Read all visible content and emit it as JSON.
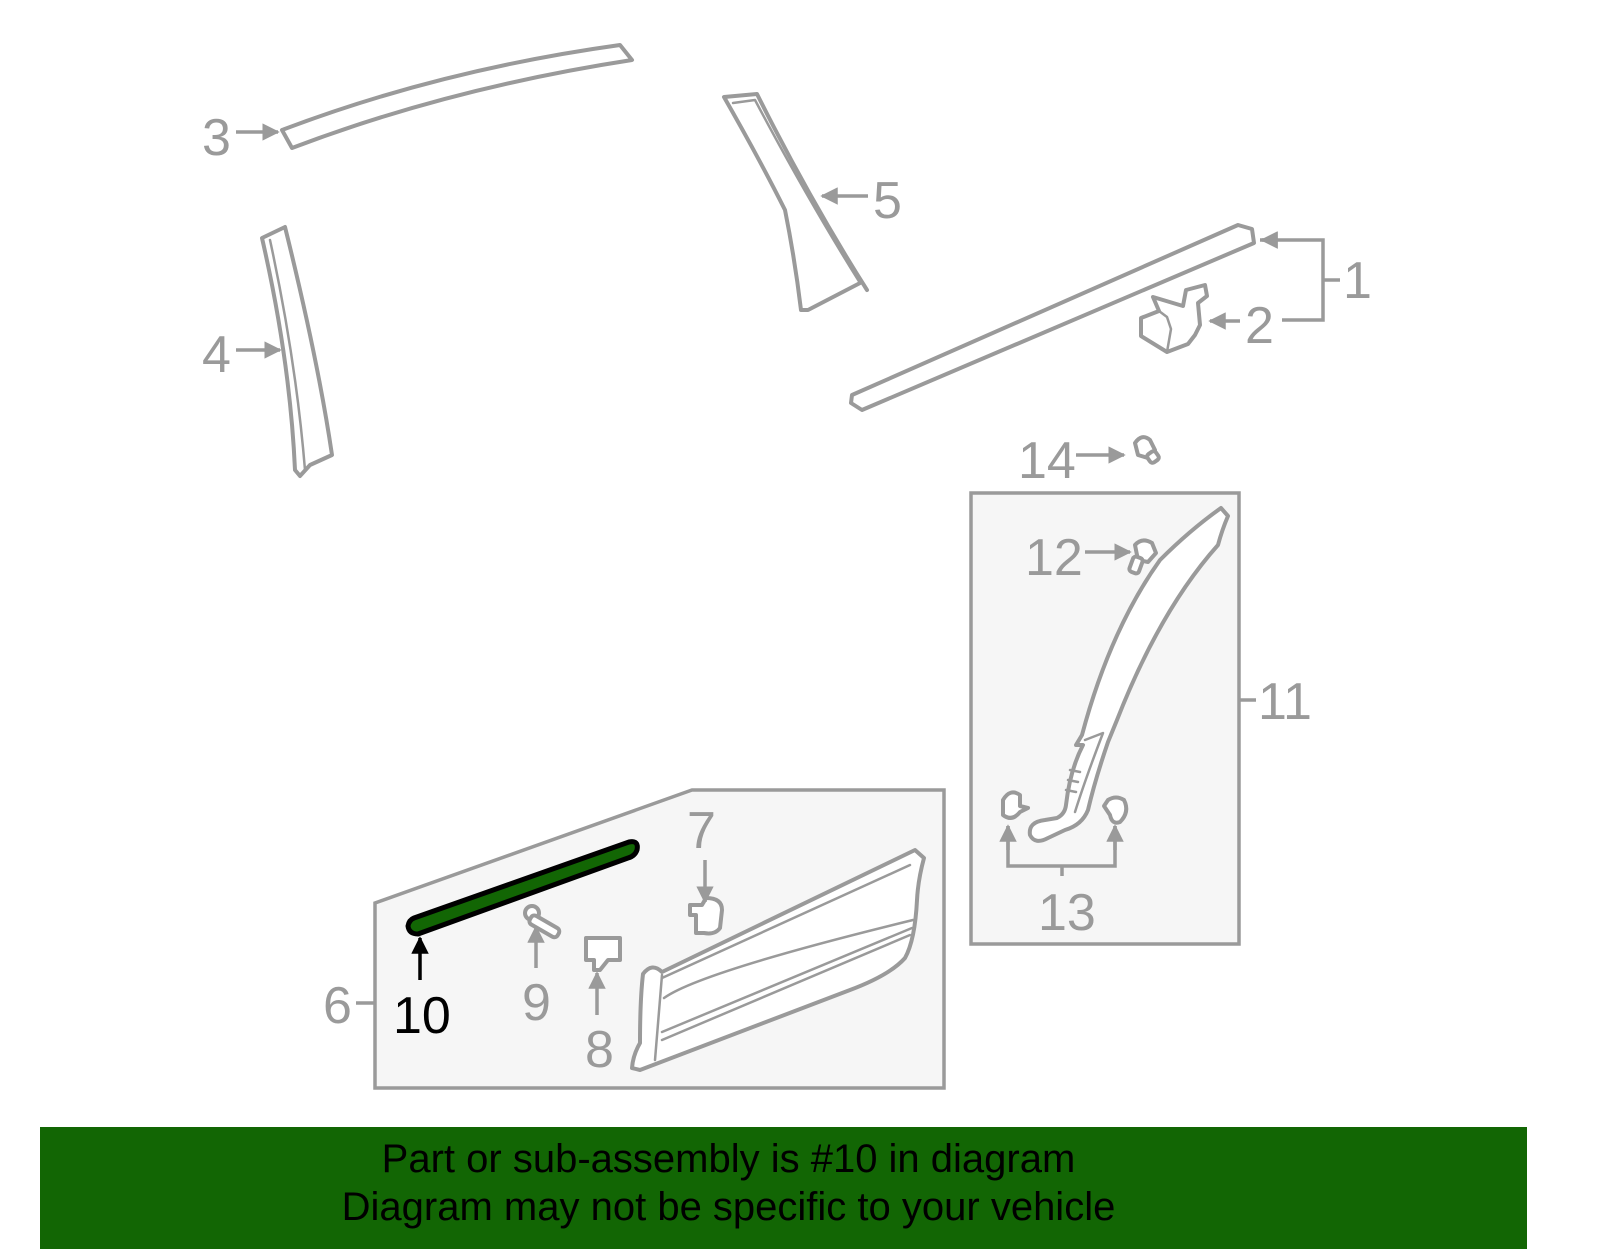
{
  "diagram": {
    "highlighted_part": "10",
    "highlight_color": "#126604",
    "line_color": "#9a9a9a",
    "callouts": {
      "c1": "1",
      "c2": "2",
      "c3": "3",
      "c4": "4",
      "c5": "5",
      "c6": "6",
      "c7": "7",
      "c8": "8",
      "c9": "9",
      "c10": "10",
      "c11": "11",
      "c12": "12",
      "c13": "13",
      "c14": "14"
    }
  },
  "banner": {
    "line1": "Part or sub-assembly is #10 in diagram",
    "line2": "Diagram may not be specific to your vehicle",
    "background": "#126604"
  }
}
